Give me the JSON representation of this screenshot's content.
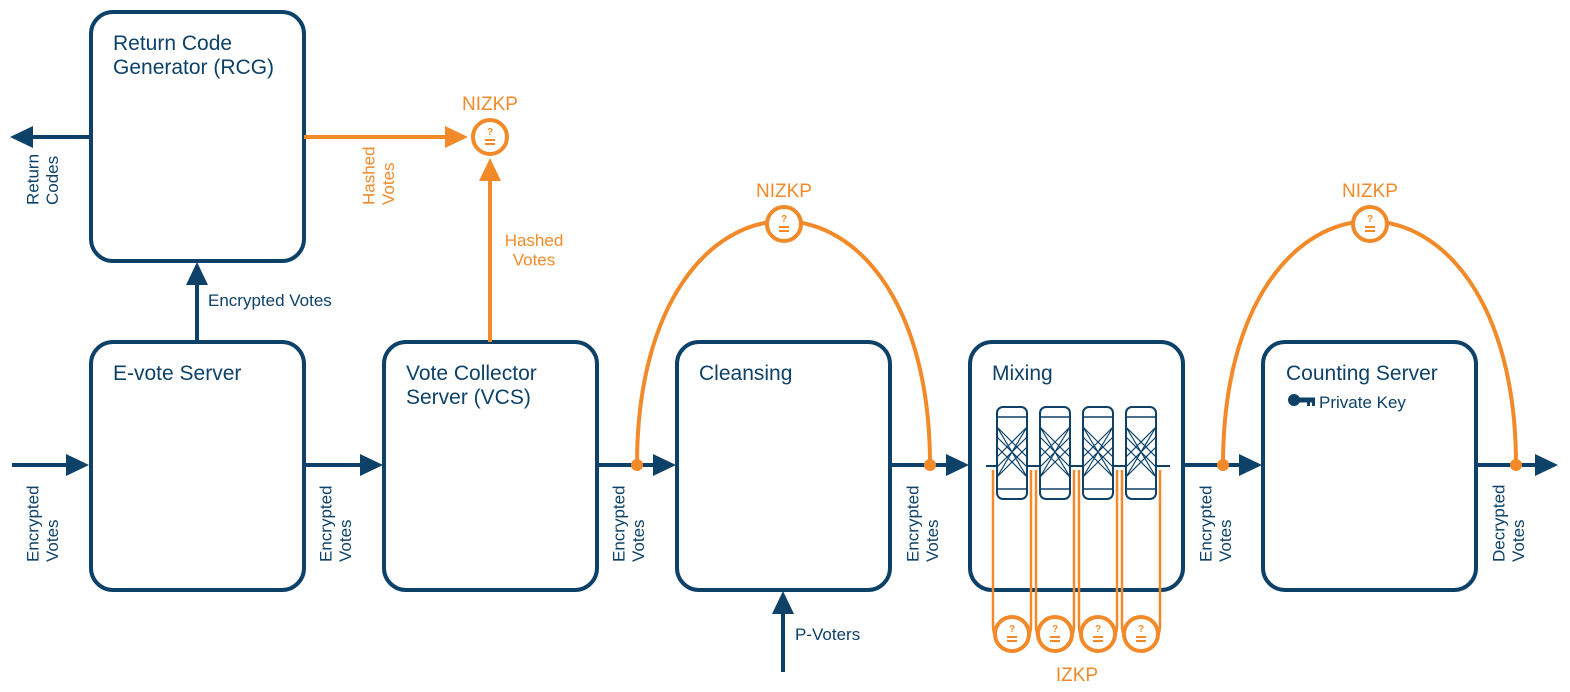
{
  "colors": {
    "primary": "#0d4168",
    "accent": "#f28a2a"
  },
  "boxes": {
    "rcg": "Return Code\nGenerator (RCG)",
    "evote": "E-vote Server",
    "vcs": "Vote Collector\nServer (VCS)",
    "cleansing": "Cleansing",
    "mixing": "Mixing",
    "counting": "Counting Server",
    "private_key": "Private Key"
  },
  "labels": {
    "return_codes": "Return\nCodes",
    "encrypted_votes_up": "Encrypted Votes",
    "hashed_votes_rcg": "Hashed\nVotes",
    "hashed_votes_vcs": "Hashed\nVotes",
    "nizkp_top": "NIZKP",
    "nizkp_cleansing": "NIZKP",
    "nizkp_counting": "NIZKP",
    "izkp": "IZKP",
    "p_voters": "P-Voters",
    "enc_votes_1": "Encrypted\nVotes",
    "enc_votes_2": "Encrypted\nVotes",
    "enc_votes_3": "Encrypted\nVotes",
    "enc_votes_4": "Encrypted\nVotes",
    "enc_votes_5": "Encrypted\nVotes",
    "decrypted_votes": "Decrypted\nVotes"
  },
  "icons": {
    "proof_badge": "proof-badge-icon",
    "key": "key-icon",
    "shuffle_network": "shuffle-network-icon"
  }
}
